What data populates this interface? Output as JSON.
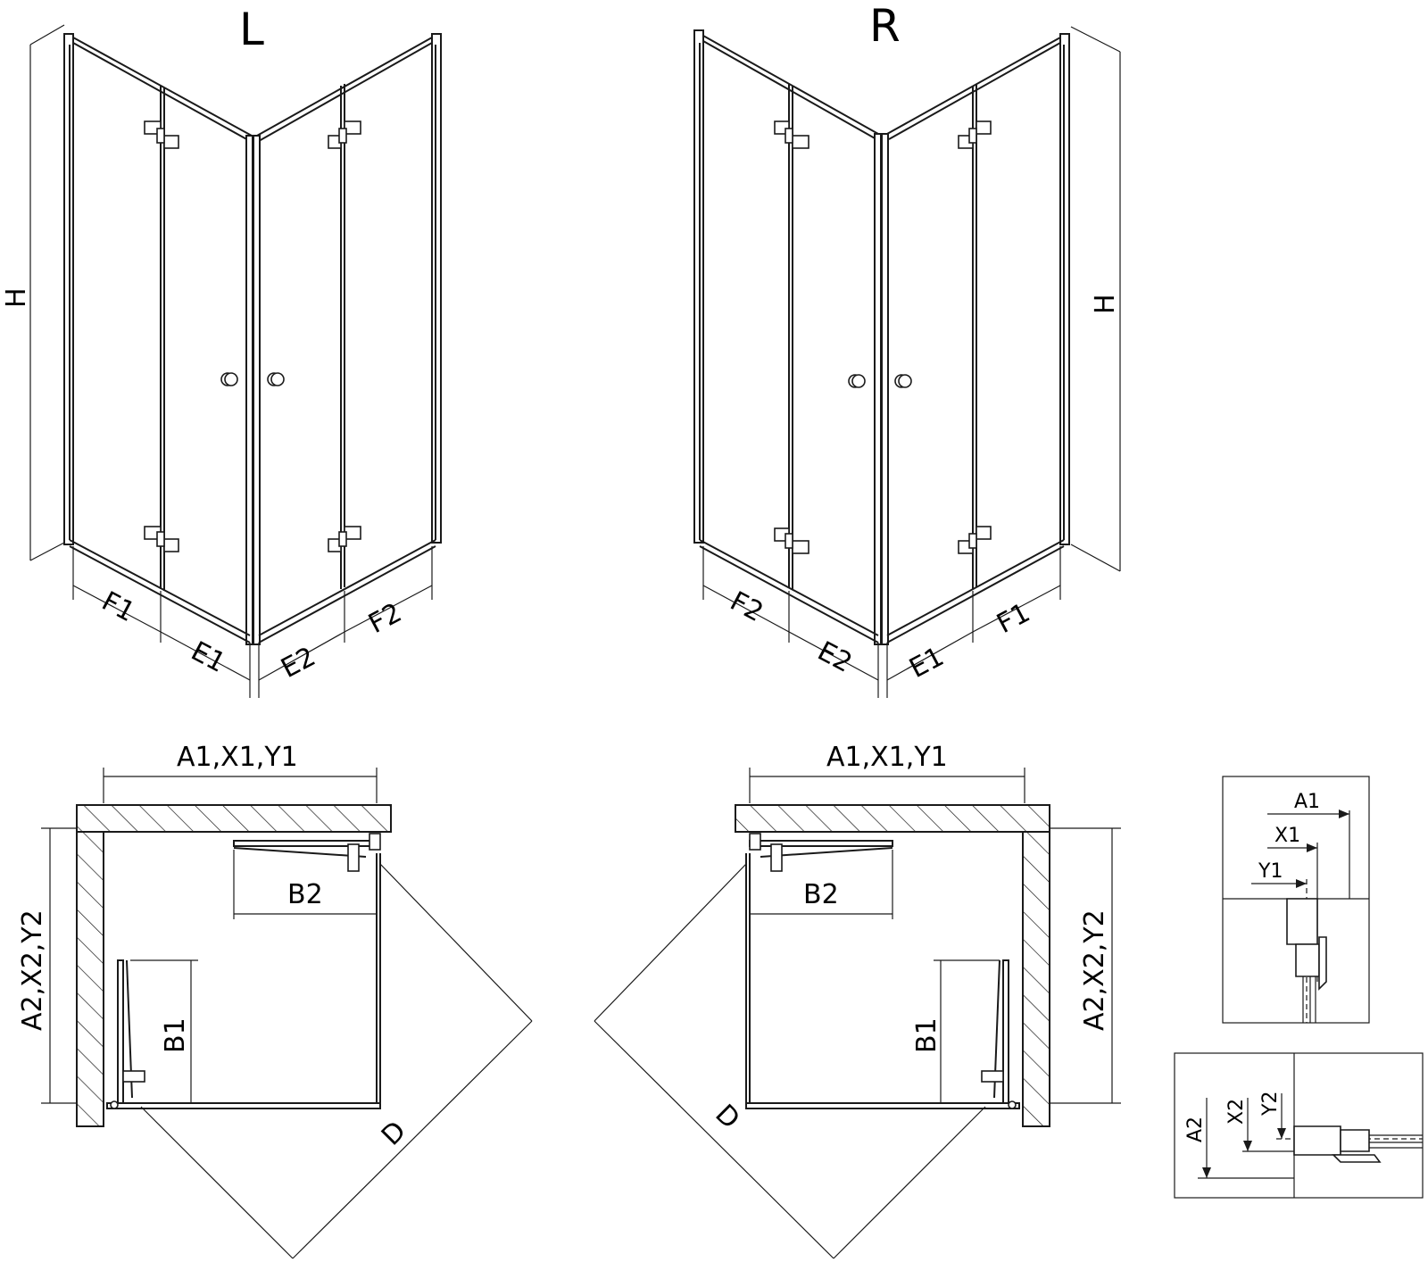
{
  "views": {
    "left_title": "L",
    "right_title": "R"
  },
  "dimensions": {
    "height": "H",
    "f1": "F1",
    "f2": "F2",
    "e1": "E1",
    "e2": "E2",
    "a1_x1_y1": "A1,X1,Y1",
    "a2_x2_y2": "A2,X2,Y2",
    "b1": "B1",
    "b2": "B2",
    "diag": "D"
  },
  "detail_top": {
    "a1": "A1",
    "x1": "X1",
    "y1": "Y1"
  },
  "detail_side": {
    "a2": "A2",
    "x2": "X2",
    "y2": "Y2"
  }
}
